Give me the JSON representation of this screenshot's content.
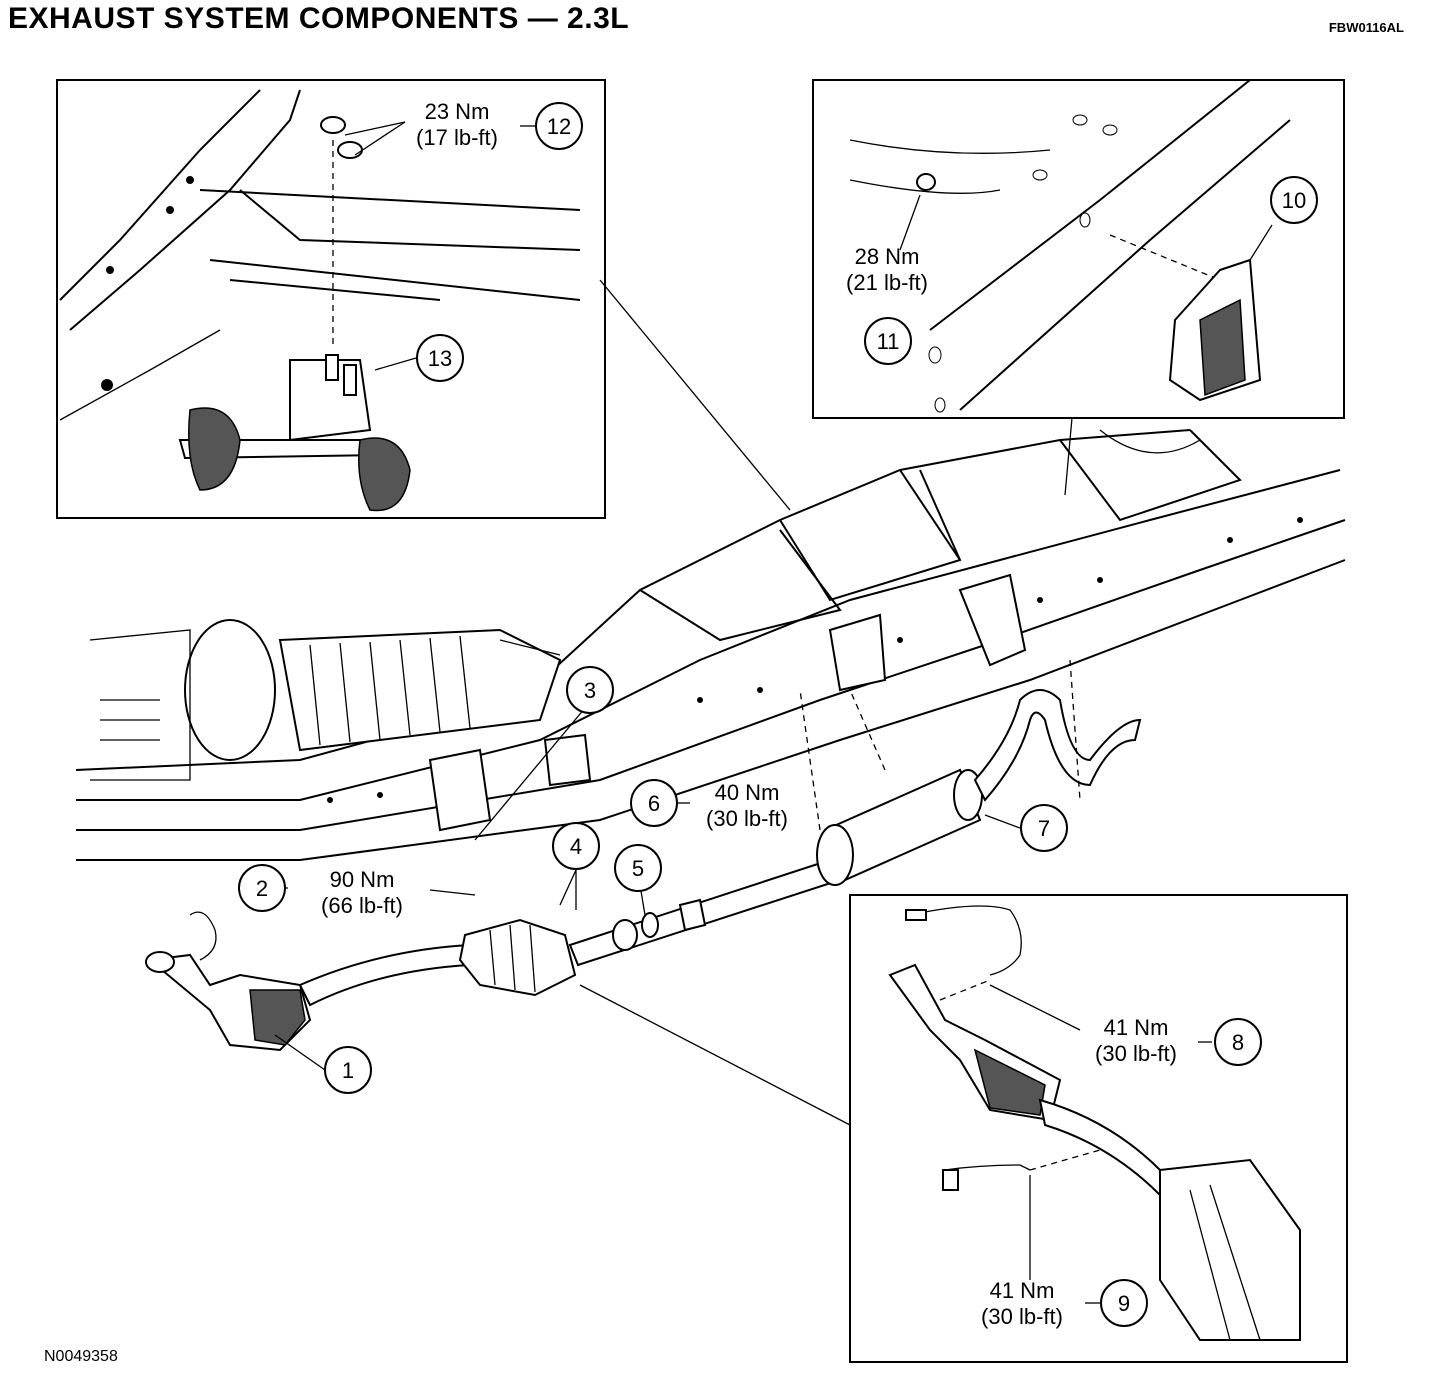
{
  "header": {
    "title": "EXHAUST SYSTEM COMPONENTS — 2.3L",
    "code": "FBW0116AL"
  },
  "footer": {
    "figure_id": "N0049358"
  },
  "callouts": [
    {
      "num": "1"
    },
    {
      "num": "2"
    },
    {
      "num": "3"
    },
    {
      "num": "4"
    },
    {
      "num": "5"
    },
    {
      "num": "6"
    },
    {
      "num": "7"
    },
    {
      "num": "8"
    },
    {
      "num": "9"
    },
    {
      "num": "10"
    },
    {
      "num": "11"
    },
    {
      "num": "12"
    },
    {
      "num": "13"
    }
  ],
  "torques": [
    {
      "nm": "23 Nm",
      "lbft": "(17 lb-ft)"
    },
    {
      "nm": "28 Nm",
      "lbft": "(21 lb-ft)"
    },
    {
      "nm": "40 Nm",
      "lbft": "(30 lb-ft)"
    },
    {
      "nm": "90 Nm",
      "lbft": "(66 lb-ft)"
    },
    {
      "nm": "41 Nm",
      "lbft": "(30 lb-ft)"
    },
    {
      "nm": "41 Nm",
      "lbft": "(30 lb-ft)"
    }
  ]
}
